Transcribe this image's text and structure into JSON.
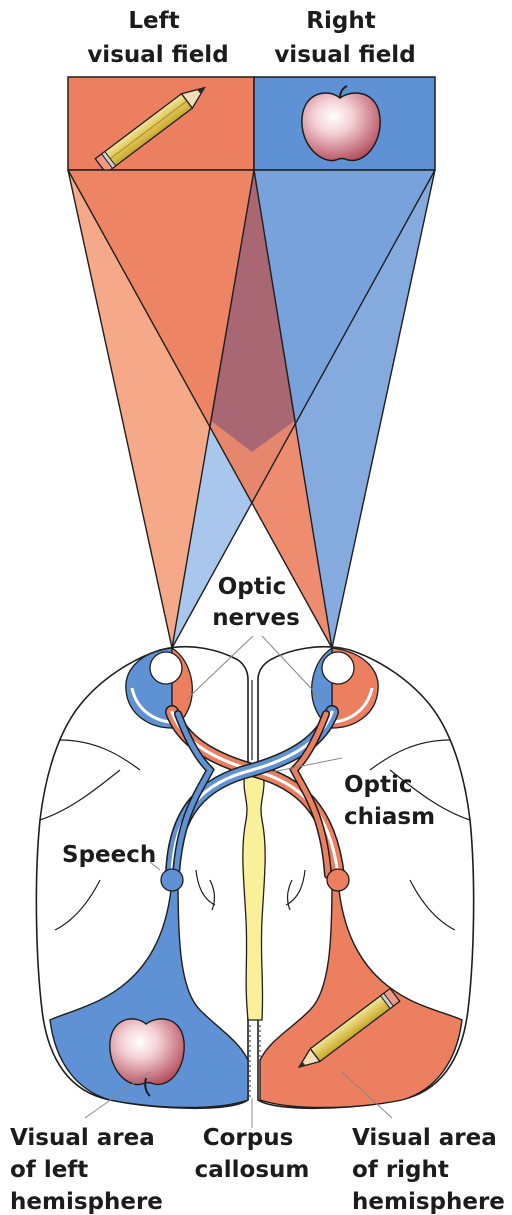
{
  "labels": {
    "left_field": [
      "Left",
      "visual field"
    ],
    "right_field": [
      "Right",
      "visual field"
    ],
    "optic_nerves": [
      "Optic",
      "nerves"
    ],
    "optic_chiasm": [
      "Optic",
      "chiasm"
    ],
    "speech": "Speech",
    "visual_area_left": [
      "Visual area",
      "of left",
      "hemisphere"
    ],
    "corpus_callosum": [
      "Corpus",
      "callosum"
    ],
    "visual_area_right": [
      "Visual area",
      "of right",
      "hemisphere"
    ]
  },
  "colors": {
    "left_field": "#ec7f5f",
    "left_field_light": "#f7b395",
    "right_field": "#5f92d5",
    "right_field_light": "#a9c6ec",
    "overlap": "#9e6275",
    "corpus_callosum": "#fbf09a",
    "outline": "#1e1e1e"
  },
  "icons": {
    "left_field_object": "pencil-icon",
    "right_field_object": "apple-icon"
  }
}
